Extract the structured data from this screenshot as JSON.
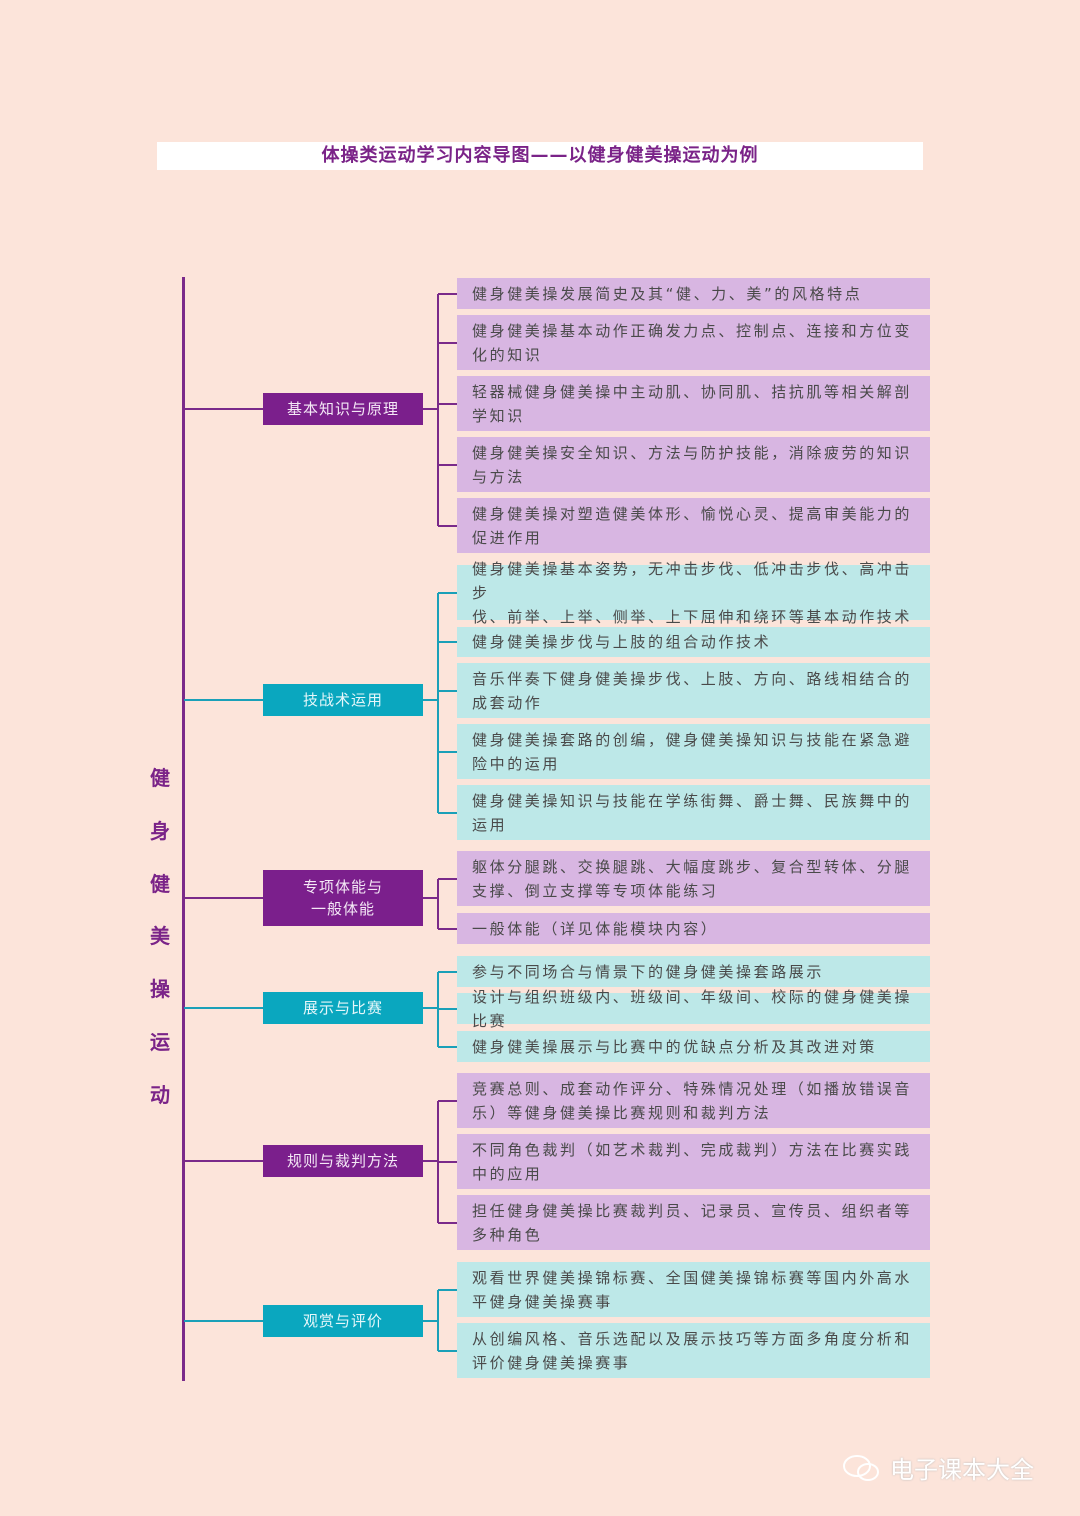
{
  "title": "体操类运动学习内容导图——以健身健美操运动为例",
  "root_label": "健\n身\n健\n美\n操\n运\n动",
  "colors": {
    "purple": "#7b1f8c",
    "teal": "#0aa7bf",
    "light_purple": "#d8b6e2",
    "light_teal": "#bde8e8",
    "background": "#fce4da"
  },
  "groups": [
    {
      "label": "基本知识与原理",
      "theme": "purple",
      "items": [
        "健身健美操发展简史及其“健、力、美”的风格特点",
        "健身健美操基本动作正确发力点、控制点、连接和方位变\n化的知识",
        "轻器械健身健美操中主动肌、协同肌、拮抗肌等相关解剖\n学知识",
        "健身健美操安全知识、方法与防护技能，消除疲劳的知识\n与方法",
        "健身健美操对塑造健美体形、愉悦心灵、提高审美能力的\n促进作用"
      ]
    },
    {
      "label": "技战术运用",
      "theme": "teal",
      "items": [
        "健身健美操基本姿势，无冲击步伐、低冲击步伐、高冲击步\n伐、前举、上举、侧举、上下屈伸和绕环等基本动作技术",
        "健身健美操步伐与上肢的组合动作技术",
        "音乐伴奏下健身健美操步伐、上肢、方向、路线相结合的\n成套动作",
        "健身健美操套路的创编，健身健美操知识与技能在紧急避\n险中的运用",
        "健身健美操知识与技能在学练街舞、爵士舞、民族舞中的\n运用"
      ]
    },
    {
      "label": "专项体能与\n一般体能",
      "theme": "purple",
      "items": [
        "躯体分腿跳、交换腿跳、大幅度跳步、复合型转体、分腿\n支撑、倒立支撑等专项体能练习",
        "一般体能（详见体能模块内容）"
      ]
    },
    {
      "label": "展示与比赛",
      "theme": "teal",
      "items": [
        "参与不同场合与情景下的健身健美操套路展示",
        "设计与组织班级内、班级间、年级间、校际的健身健美操比赛",
        "健身健美操展示与比赛中的优缺点分析及其改进对策"
      ]
    },
    {
      "label": "规则与裁判方法",
      "theme": "purple",
      "items": [
        "竞赛总则、成套动作评分、特殊情况处理（如播放错误音\n乐）等健身健美操比赛规则和裁判方法",
        "不同角色裁判（如艺术裁判、完成裁判）方法在比赛实践\n中的应用",
        "担任健身健美操比赛裁判员、记录员、宣传员、组织者等\n多种角色"
      ]
    },
    {
      "label": "观赏与评价",
      "theme": "teal",
      "items": [
        "观看世界健美操锦标赛、全国健美操锦标赛等国内外高水\n平健身健美操赛事",
        "从创编风格、音乐选配以及展示技巧等方面多角度分析和\n评价健身健美操赛事"
      ]
    }
  ],
  "watermark": "电子课本大全"
}
